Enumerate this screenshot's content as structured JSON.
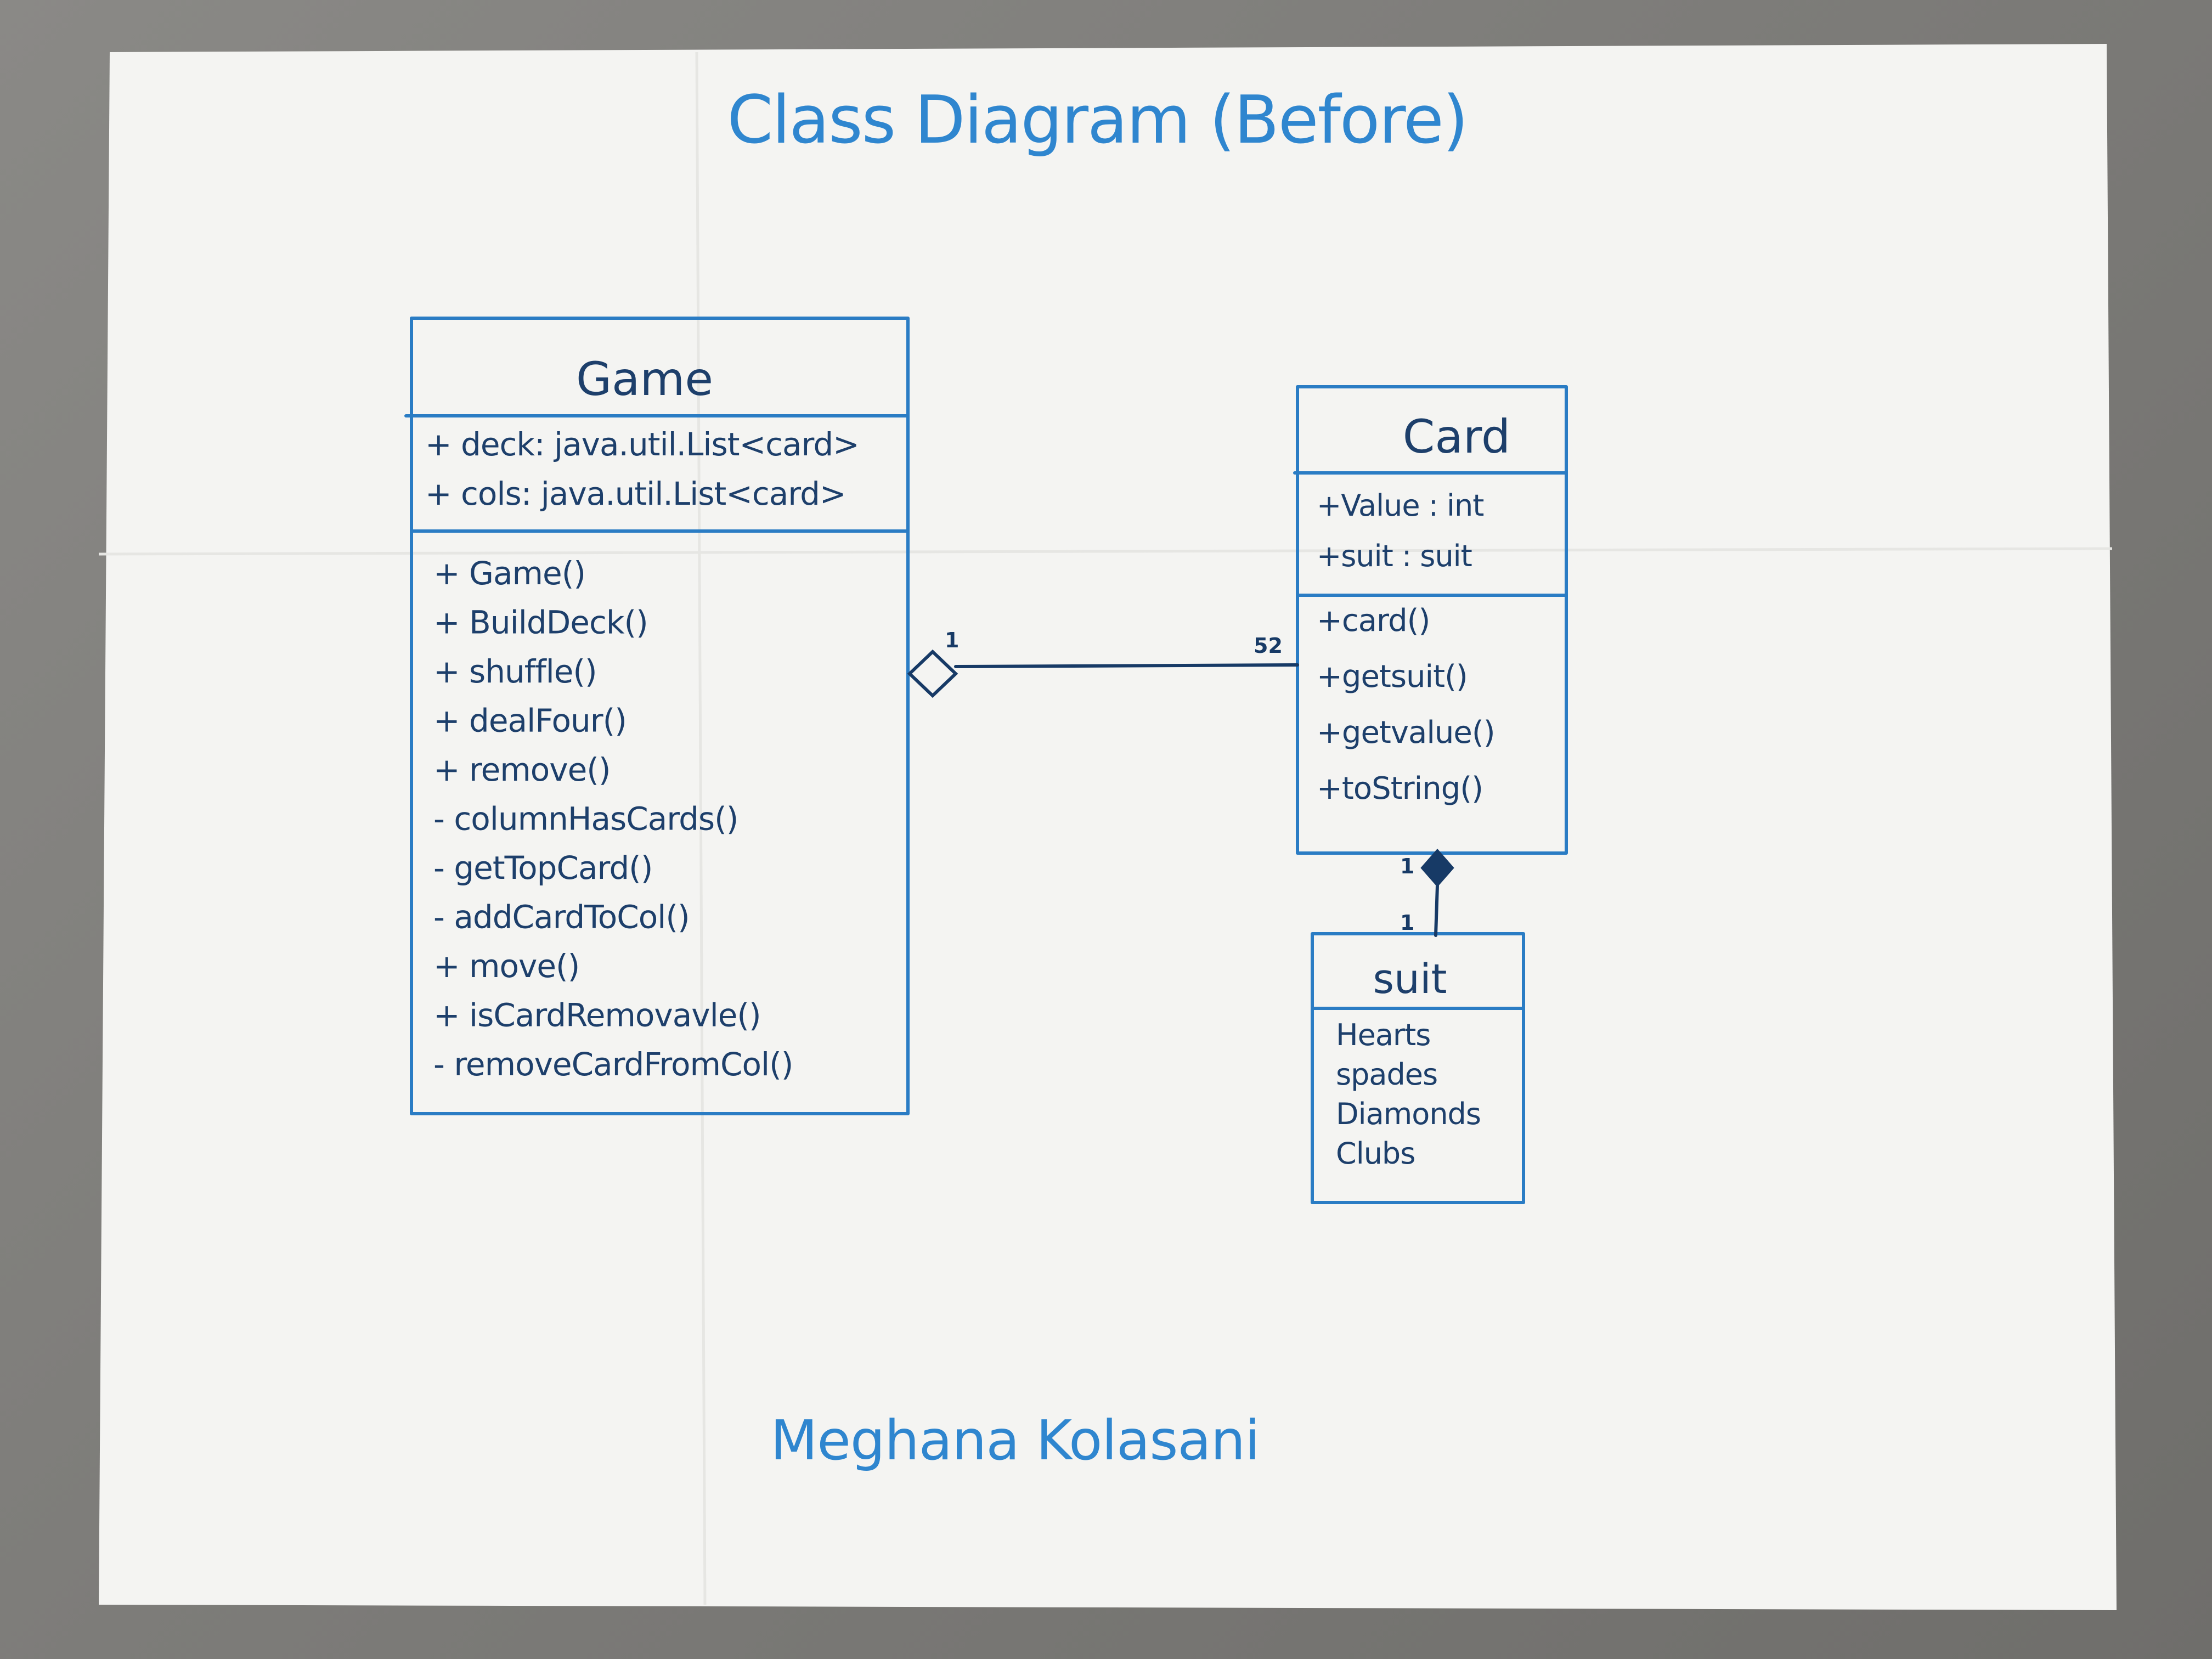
{
  "title": "Class Diagram (Before)",
  "author": "Meghana Kolasani",
  "colors": {
    "ink_blue": "#2a7cc4",
    "ink_dark": "#173a66",
    "paper": "#f4f4f2",
    "background": "#7d7c79"
  },
  "classes": {
    "game": {
      "name": "Game",
      "attributes": [
        "+ deck: java.util.List<card>",
        "+ cols: java.util.List<card>"
      ],
      "methods": [
        "+ Game()",
        "+ BuildDeck()",
        "+ shuffle()",
        "+ dealFour()",
        "+ remove()",
        "- columnHasCards()",
        "- getTopCard()",
        "- addCardToCol()",
        "+ move()",
        "+ isCardRemovavle()",
        "- removeCardFromCol()"
      ]
    },
    "card": {
      "name": "Card",
      "attributes": [
        "+Value : int",
        "+suit : suit"
      ],
      "methods": [
        "+card()",
        "+getsuit()",
        "+getvalue()",
        "+toString()"
      ]
    },
    "suit": {
      "name": "suit",
      "values": [
        "Hearts",
        "spades",
        "Diamonds",
        "Clubs"
      ]
    }
  },
  "relations": {
    "game_card": {
      "type": "aggregation",
      "game_multiplicity": "1",
      "card_multiplicity": "52"
    },
    "card_suit": {
      "type": "composition",
      "card_multiplicity": "1",
      "suit_multiplicity": "1"
    }
  }
}
